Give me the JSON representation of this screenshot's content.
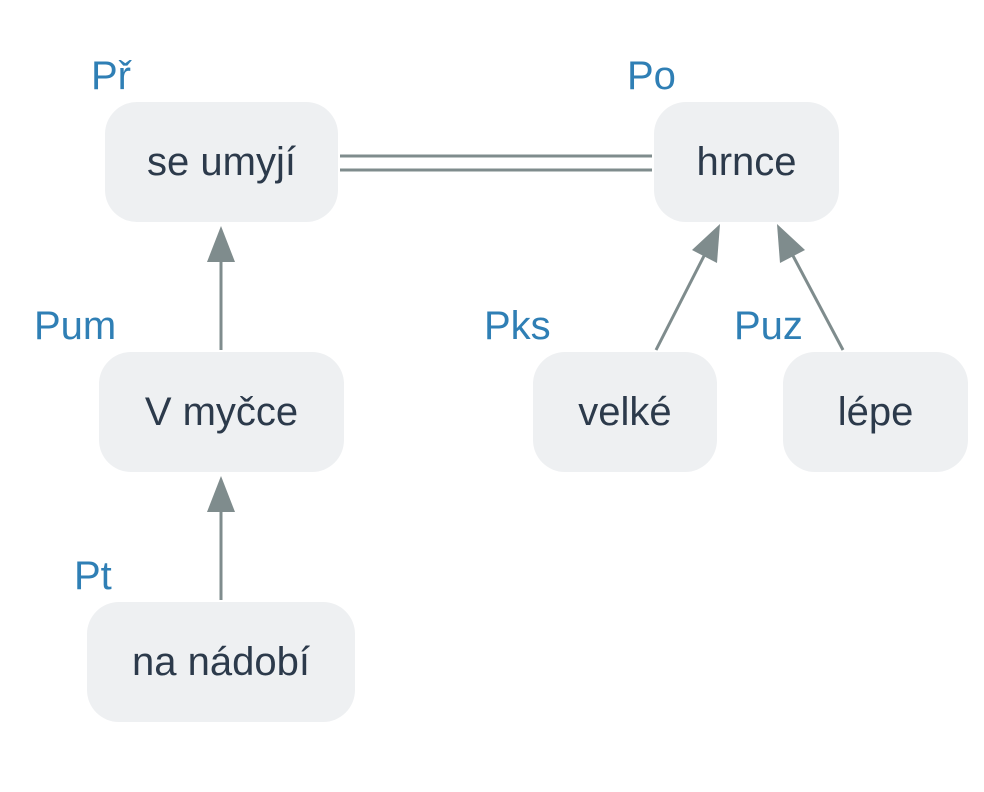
{
  "nodes": {
    "se_umyji": {
      "text": "se umyjí",
      "tag": "Př"
    },
    "hrnce": {
      "text": "hrnce",
      "tag": "Po"
    },
    "v_mycce": {
      "text": "V myčce",
      "tag": "Pum"
    },
    "velke": {
      "text": "velké",
      "tag": "Pks"
    },
    "lepe": {
      "text": "lépe",
      "tag": "Puz"
    },
    "na_nadobi": {
      "text": "na nádobí",
      "tag": "Pt"
    }
  },
  "edges": [
    {
      "from": "se_umyji",
      "to": "hrnce",
      "kind": "double-line"
    },
    {
      "from": "v_mycce",
      "to": "se_umyji",
      "kind": "arrow"
    },
    {
      "from": "na_nadobi",
      "to": "v_mycce",
      "kind": "arrow"
    },
    {
      "from": "velke",
      "to": "hrnce",
      "kind": "arrow"
    },
    {
      "from": "lepe",
      "to": "hrnce",
      "kind": "arrow"
    }
  ],
  "colors": {
    "node_fill": "#eef0f2",
    "node_text": "#2c3a4b",
    "tag_text": "#2f7fb5",
    "edge": "#7f8c8d"
  }
}
